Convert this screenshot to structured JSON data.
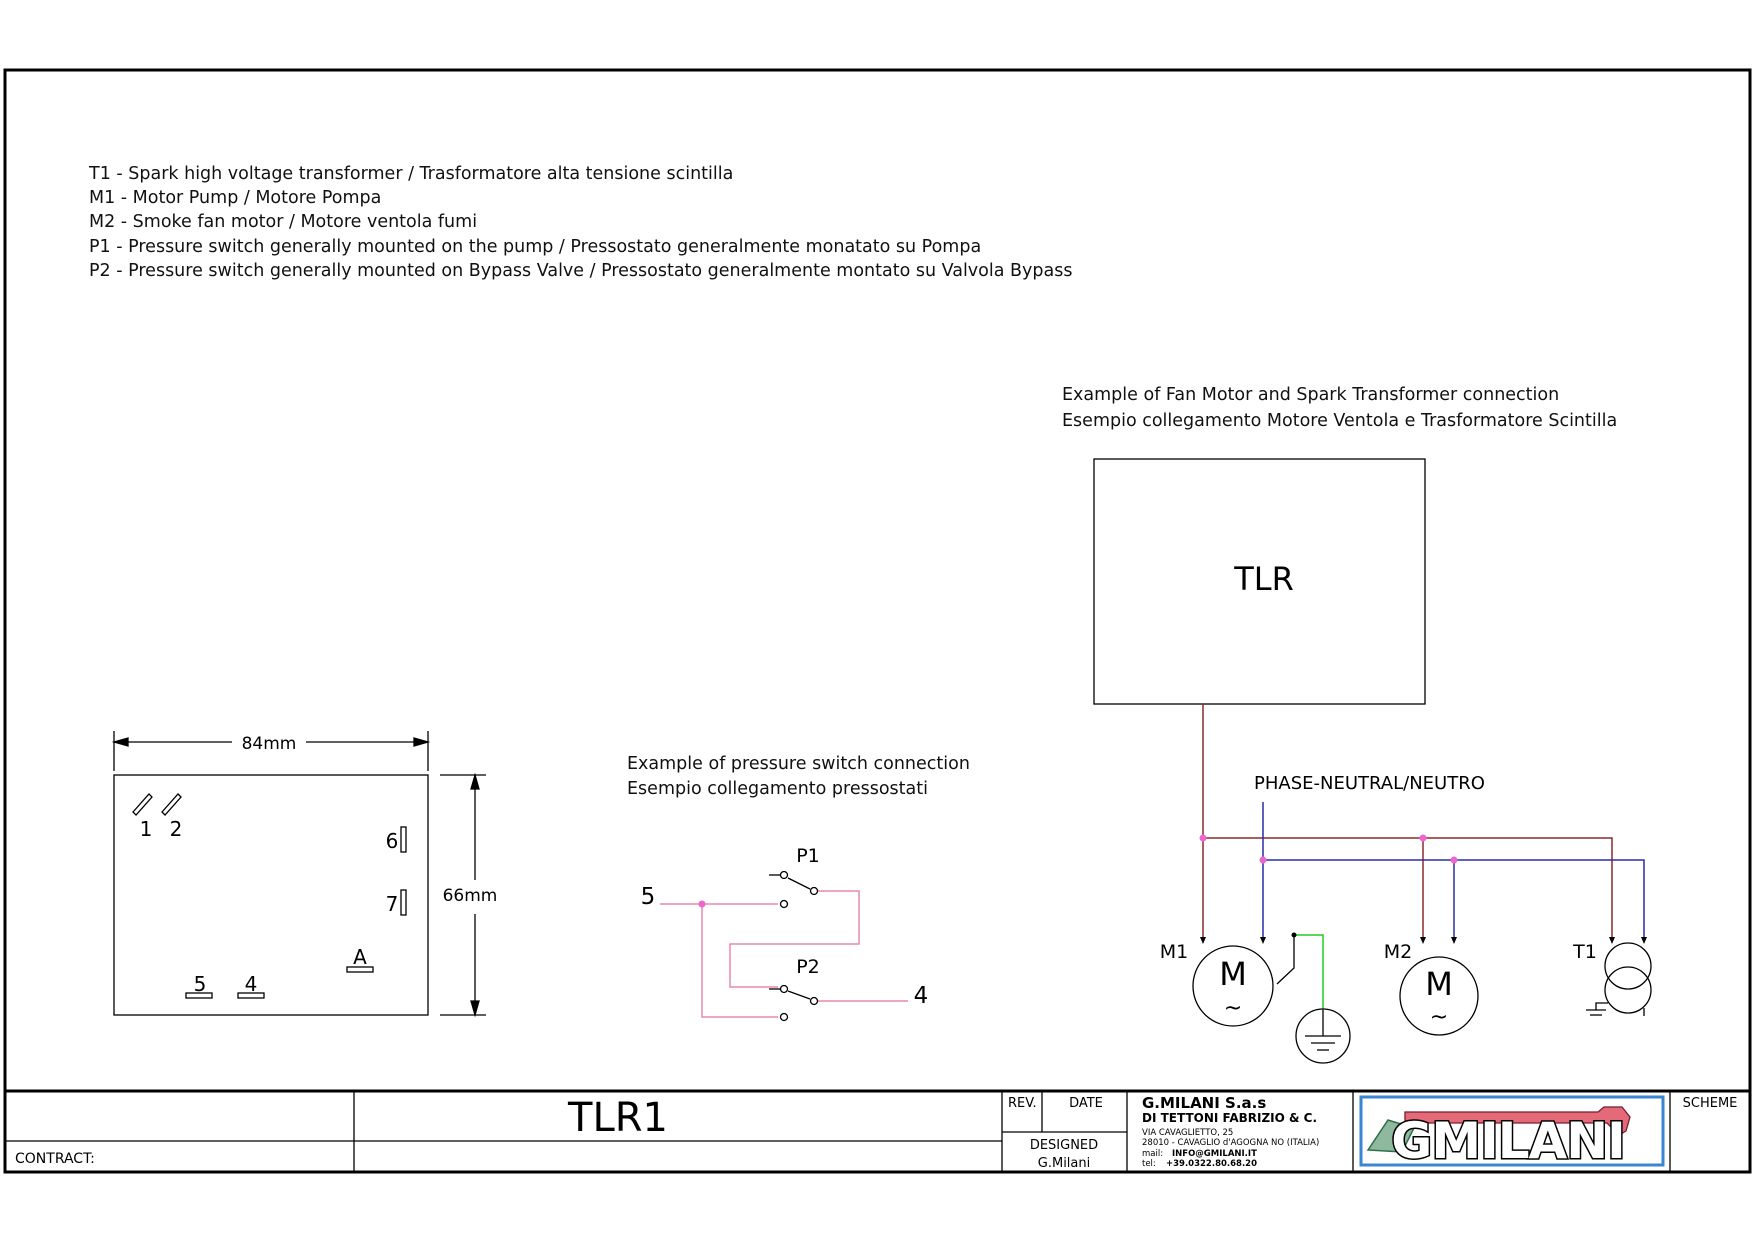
{
  "legend": [
    "T1 - Spark high voltage transformer / Trasformatore alta tensione scintilla",
    "M1 - Motor Pump / Motore Pompa",
    "M2 - Smoke fan motor / Motore ventola fumi",
    "P1 - Pressure switch generally mounted on the pump /  Pressostato generalmente monatato su Pompa",
    "P2 - Pressure switch generally mounted on Bypass Valve / Pressostato generalmente montato su Valvola Bypass"
  ],
  "fan_caption": {
    "line1": "Example of Fan Motor and Spark Transformer connection",
    "line2": "Esempio collegamento Motore Ventola e Trasformatore Scintilla"
  },
  "pressure_caption": {
    "line1": "Example of pressure switch connection",
    "line2": "Esempio collegamento pressostati"
  },
  "controller_label": "TLR",
  "supply_label": "PHASE-NEUTRAL/NEUTRO",
  "motors": {
    "m1": {
      "label": "M1",
      "symbol": "M",
      "ac_symbol": "~"
    },
    "m2": {
      "label": "M2",
      "symbol": "M",
      "ac_symbol": "~"
    }
  },
  "transformer_label": "T1",
  "switches": {
    "p1": "P1",
    "p2": "P2"
  },
  "terminal_in": "5",
  "terminal_out": "4",
  "dimensions": {
    "width": "84mm",
    "height": "66mm"
  },
  "pins": [
    "1",
    "2",
    "6",
    "7",
    "A",
    "5",
    "4"
  ],
  "colors": {
    "brown_wire": "#8b2a2a",
    "blue_wire": "#2c2ca8",
    "green_wire": "#22cc22",
    "pink_wire": "#e98aa8",
    "node": "#ee66cc"
  },
  "title_block": {
    "contract_label": "CONTRACT:",
    "drawing_title": "TLR1",
    "rev_label": "REV.",
    "date_label": "DATE",
    "designed_label": "DESIGNED",
    "designer": "G.Milani",
    "company": "G.MILANI S.a.s",
    "company_line2": "DI TETTONI FABRIZIO & C.",
    "address1": "VIA CAVAGLIETTO, 25",
    "address2": "28010 - CAVAGLIO d'AGOGNA NO (ITALIA)",
    "mail_label": "mail:",
    "mail": "INFO@GMILANI.IT",
    "tel_label": "tel:",
    "tel": "+39.0322.80.68.20",
    "logo_text": "GMILANI",
    "scheme_label": "SCHEME"
  }
}
